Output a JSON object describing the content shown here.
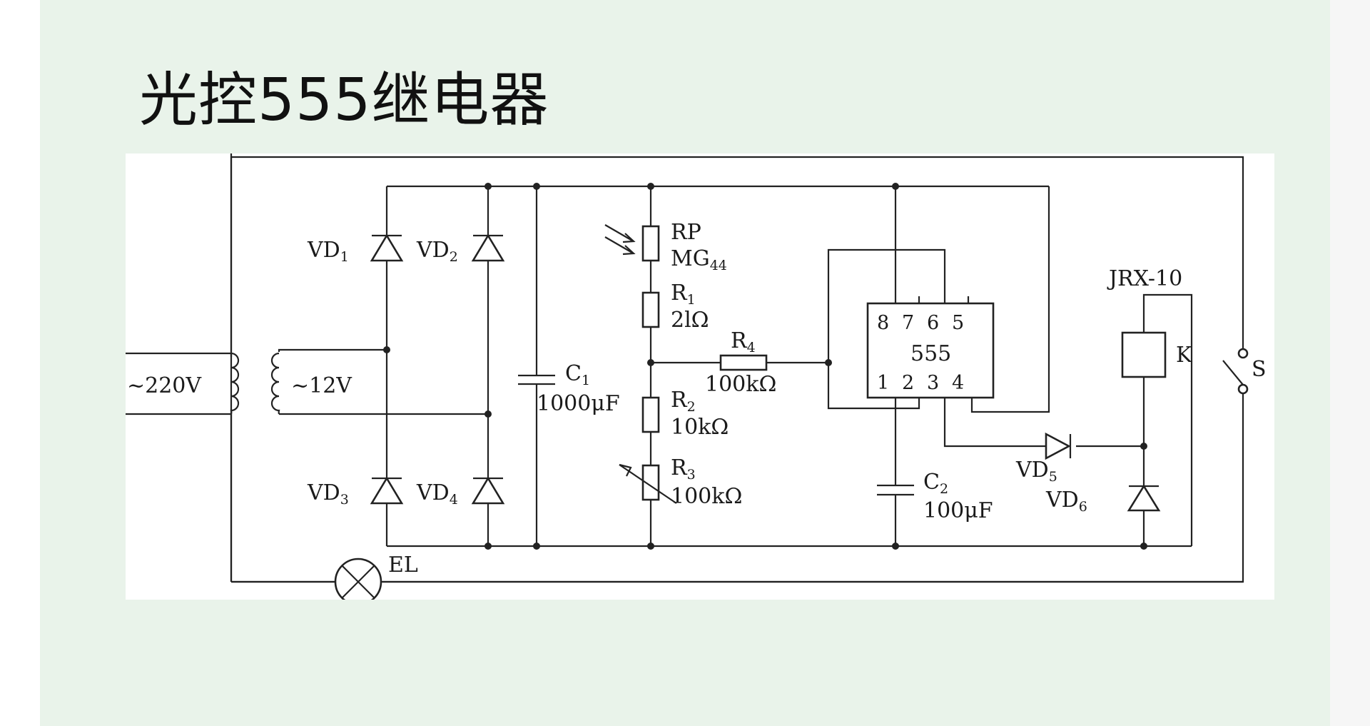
{
  "slide": {
    "title": "光控555继电器"
  },
  "circuit": {
    "labels": {
      "input_voltage": "~220V",
      "secondary_voltage": "~12V",
      "vd1": "VD",
      "vd1_sub": "1",
      "vd2": "VD",
      "vd2_sub": "2",
      "vd3": "VD",
      "vd3_sub": "3",
      "vd4": "VD",
      "vd4_sub": "4",
      "c1": "C",
      "c1_sub": "1",
      "c1_value": "1000μF",
      "rp": "RP",
      "rp_model": "MG",
      "rp_model_sub": "44",
      "r1": "R",
      "r1_sub": "1",
      "r1_value": "2lΩ",
      "r2": "R",
      "r2_sub": "2",
      "r2_value": "10kΩ",
      "r3": "R",
      "r3_sub": "3",
      "r3_value": "100kΩ",
      "r4": "R",
      "r4_sub": "4",
      "r4_value": "100kΩ",
      "ic": "555",
      "pins_top": [
        "8",
        "7",
        "6",
        "5"
      ],
      "pins_bottom": [
        "1",
        "2",
        "3",
        "4"
      ],
      "c2": "C",
      "c2_sub": "2",
      "c2_value": "100μF",
      "relay_model": "JRX-10",
      "relay_coil": "K",
      "vd5": "VD",
      "vd5_sub": "5",
      "vd6": "VD",
      "vd6_sub": "6",
      "switch": "S",
      "lamp": "EL"
    }
  }
}
